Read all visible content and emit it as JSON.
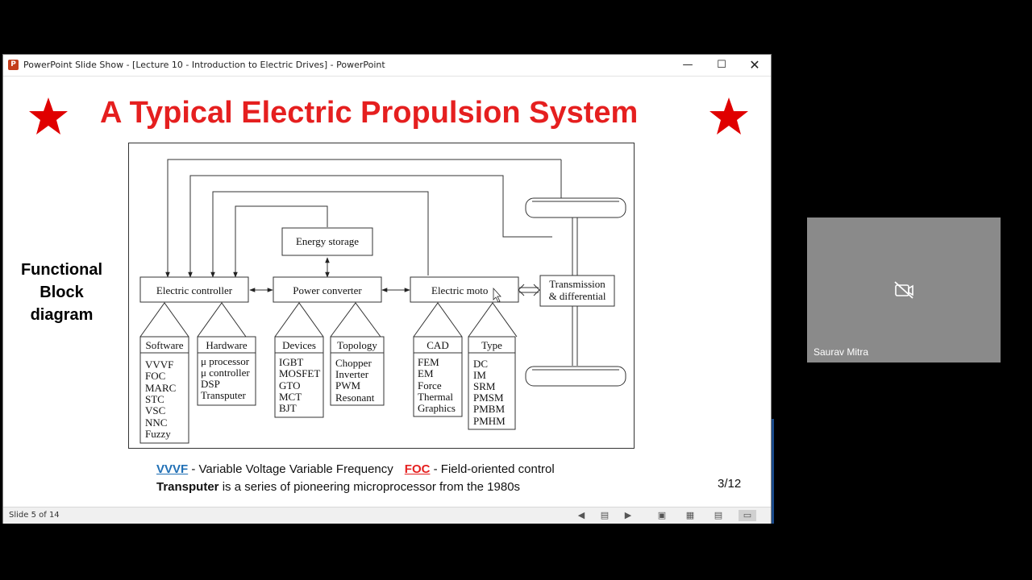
{
  "window": {
    "title": "PowerPoint Slide Show - [Lecture 10 - Introduction to Electric Drives] - PowerPoint",
    "app_icon": "P"
  },
  "slide": {
    "title": "A Typical Electric Propulsion System",
    "side_label_lines": [
      "Functional",
      "Block",
      "diagram"
    ],
    "page": "3/12",
    "footnote": {
      "vvvf_abbr": "VVVF",
      "vvvf_text": " - Variable Voltage Variable Frequency",
      "foc_abbr": "FOC",
      "foc_text": " - Field-oriented control",
      "transputer_bold": "Transputer",
      "transputer_text": " is a series of pioneering microprocessor from the 1980s"
    },
    "colors": {
      "title": "#e51f1f",
      "star": "#e00000",
      "vvvf": "#1f6fb5",
      "foc": "#e51f1f"
    }
  },
  "diagram": {
    "energy_storage": "Energy storage",
    "electric_controller": "Electric controller",
    "power_converter": "Power converter",
    "electric_motor": "Electric moto",
    "transmission": [
      "Transmission",
      "& differential"
    ],
    "groups": {
      "software": {
        "header": "Software",
        "items": [
          "VVVF",
          "FOC",
          "MARC",
          "STC",
          "VSC",
          "NNC",
          "Fuzzy"
        ]
      },
      "hardware": {
        "header": "Hardware",
        "items": [
          "μ processor",
          "μ controller",
          "DSP",
          "Transputer"
        ]
      },
      "devices": {
        "header": "Devices",
        "items": [
          "IGBT",
          "MOSFET",
          "GTO",
          "MCT",
          "BJT"
        ]
      },
      "topology": {
        "header": "Topology",
        "items": [
          "Chopper",
          "Inverter",
          "PWM",
          "Resonant"
        ]
      },
      "cad": {
        "header": "CAD",
        "items": [
          "FEM",
          "EM",
          "Force",
          "Thermal",
          "Graphics"
        ]
      },
      "type": {
        "header": "Type",
        "items": [
          "DC",
          "IM",
          "SRM",
          "PMSM",
          "PMBM",
          "PMHM"
        ]
      }
    }
  },
  "statusbar": {
    "slide_count": "Slide 5 of 14"
  },
  "video": {
    "participant": "Saurav Mitra",
    "camera_icon": "camera-off-icon"
  }
}
